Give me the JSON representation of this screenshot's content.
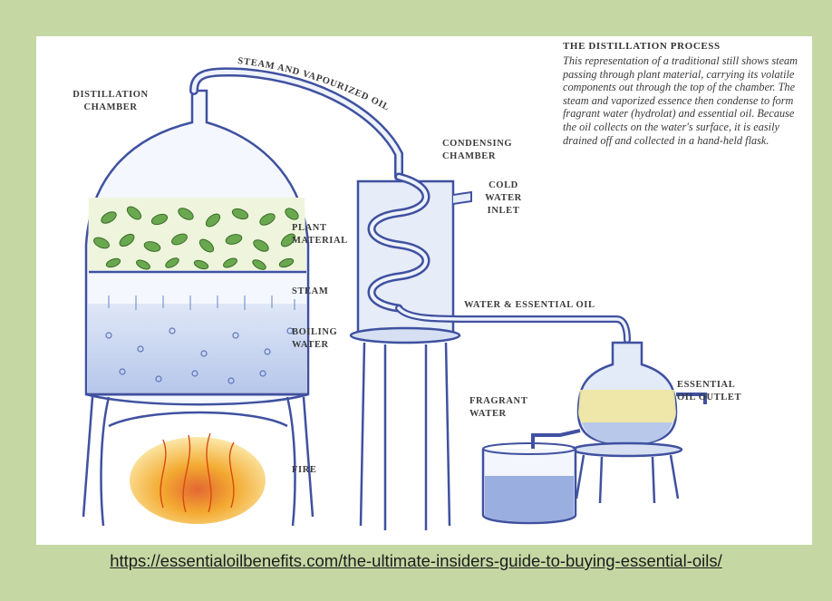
{
  "labels": {
    "distillation_chamber": "DISTILLATION\nCHAMBER",
    "steam_and_vaporized_oil": "STEAM AND VAPOURIZED OIL",
    "condensing_chamber": "CONDENSING\nCHAMBER",
    "cold_water_inlet": "COLD\nWATER\nINLET",
    "plant_material": "PLANT\nMATERIAL",
    "steam": "STEAM",
    "boiling_water": "BOILING\nWATER",
    "fire": "FIRE",
    "water_and_essential_oil": "WATER & ESSENTIAL OIL",
    "essential_oil_outlet": "ESSENTIAL\nOIL OUTLET",
    "fragrant_water": "FRAGRANT\nWATER"
  },
  "description": {
    "title": "THE DISTILLATION PROCESS",
    "body": "This representation of a traditional still shows steam passing through plant material, carrying its volatile components out through the top of the chamber. The steam and vaporized essence then condense to form fragrant water (hydrolat) and essential oil. Because the oil collects on the water's surface, it is easily drained off and collected in a hand-held flask."
  },
  "source_link": "https://essentialoilbenefits.com/the-ultimate-insiders-guide-to-buying-essential-oils/",
  "colors": {
    "background": "#c5d8a3",
    "ink": "#3f51a0",
    "water": "#c9d7ef",
    "leaf": "#6aa84f",
    "fire": "#f2a11a",
    "oil": "#e8df86"
  }
}
